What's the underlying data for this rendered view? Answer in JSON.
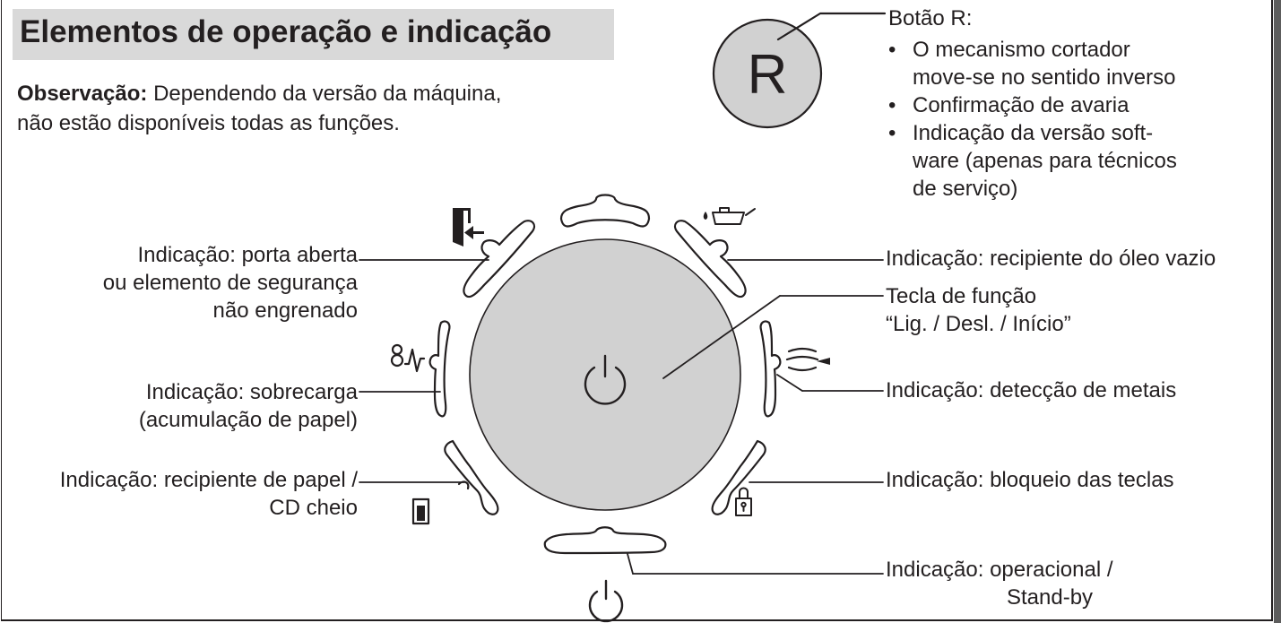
{
  "title": "Elementos de operação e indicação",
  "note": {
    "label": "Observação:",
    "text": " Dependendo da versão da máquina, não estão disponíveis todas as funções."
  },
  "r_button": {
    "glyph": "R",
    "heading": "Botão R:",
    "items": [
      "O mecanismo cortador",
      "move-se no sentido inverso",
      "Confirmação de avaria",
      "Indicação da versão soft-",
      "ware (apenas para técnicos",
      "de serviço)"
    ]
  },
  "labels": {
    "door": [
      "Indicação: porta aberta",
      "ou elemento de segurança",
      "não engrenado"
    ],
    "overload": [
      "Indicação: sobrecarga",
      "(acumulação de papel)"
    ],
    "paper_bin": [
      "Indicação: recipiente de papel /",
      "CD cheio"
    ],
    "oil": "Indicação: recipiente do óleo vazio",
    "function_key": [
      "Tecla de função",
      "“Lig. / Desl. / Início”"
    ],
    "metal": "Indicação: detecção de metais",
    "key_lock": "Indicação: bloqueio das teclas",
    "standby": [
      "Indicação: operacional /",
      "Stand-by"
    ]
  },
  "icons": {
    "power": "power-icon",
    "door": "door-open-icon",
    "oil": "oil-can-icon",
    "overload": "overload-icon",
    "metal": "metal-detection-icon",
    "paper_bin": "paper-bin-icon",
    "lock": "padlock-icon"
  },
  "colors": {
    "button_fill": "#d1d1d1",
    "title_bar": "#d9d9d9",
    "ink": "#231f20"
  }
}
